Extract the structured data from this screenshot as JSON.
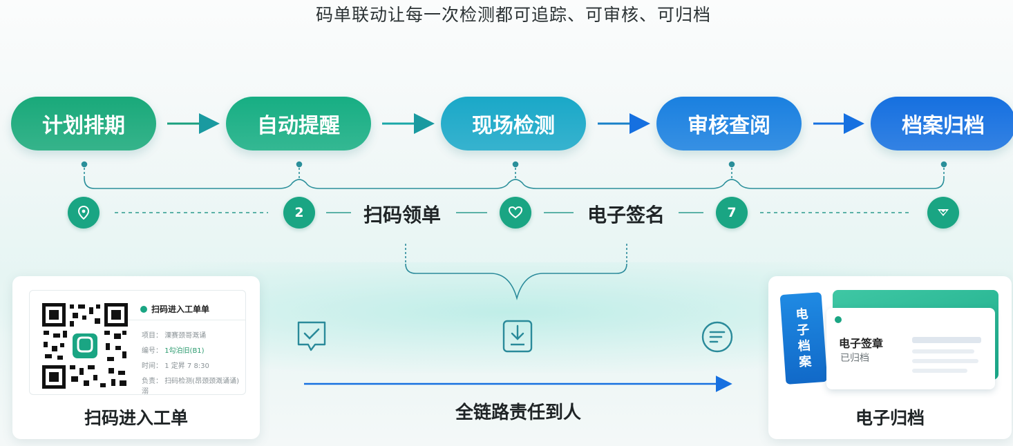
{
  "title": "码单联动让每一次检测都可追踪、可审核、可归档",
  "steps": [
    {
      "label": "计划排期",
      "color": "#19a97a"
    },
    {
      "label": "自动提醒",
      "color": "#17ae83"
    },
    {
      "label": "现场检测",
      "color": "#1aa8c8"
    },
    {
      "label": "审核查阅",
      "color": "#1a80e0"
    },
    {
      "label": "档案归档",
      "color": "#1670e0"
    }
  ],
  "nodes": [
    {
      "icon": "location-pin-icon",
      "text": ""
    },
    {
      "icon": "number-two-icon",
      "text": "2"
    },
    {
      "icon": "heart-icon",
      "text": ""
    },
    {
      "icon": "number-seven-icon",
      "text": "7"
    },
    {
      "icon": "chevron-badge-icon",
      "text": ""
    }
  ],
  "mid_labels": {
    "scan": "扫码领单",
    "sign": "电子签名"
  },
  "left_card": {
    "caption": "扫码进入工单",
    "header": "扫码进入工单单",
    "rows": [
      {
        "key": "项目",
        "val": "溧赛颈哥溉诵"
      },
      {
        "key": "编号",
        "val": "1勾泊旧(B1)"
      },
      {
        "key": "时间",
        "val": "1 定昇 7 8:30"
      },
      {
        "key": "负责",
        "val": "扫码检测(昂颈颈溉诵诵)溺"
      }
    ]
  },
  "center": {
    "responsibility": "全链路责任到人"
  },
  "center_icons": [
    "chat-check-icon",
    "download-tray-icon",
    "list-lines-icon"
  ],
  "right_card": {
    "caption": "电子归档",
    "tab": [
      "电",
      "子",
      "档",
      "案"
    ],
    "doc_title": "电子签章",
    "doc_status": "已归档"
  },
  "colors": {
    "accent_green": "#1aa583",
    "accent_blue": "#1670e0",
    "arrow_teal": "#1a9aa0"
  }
}
